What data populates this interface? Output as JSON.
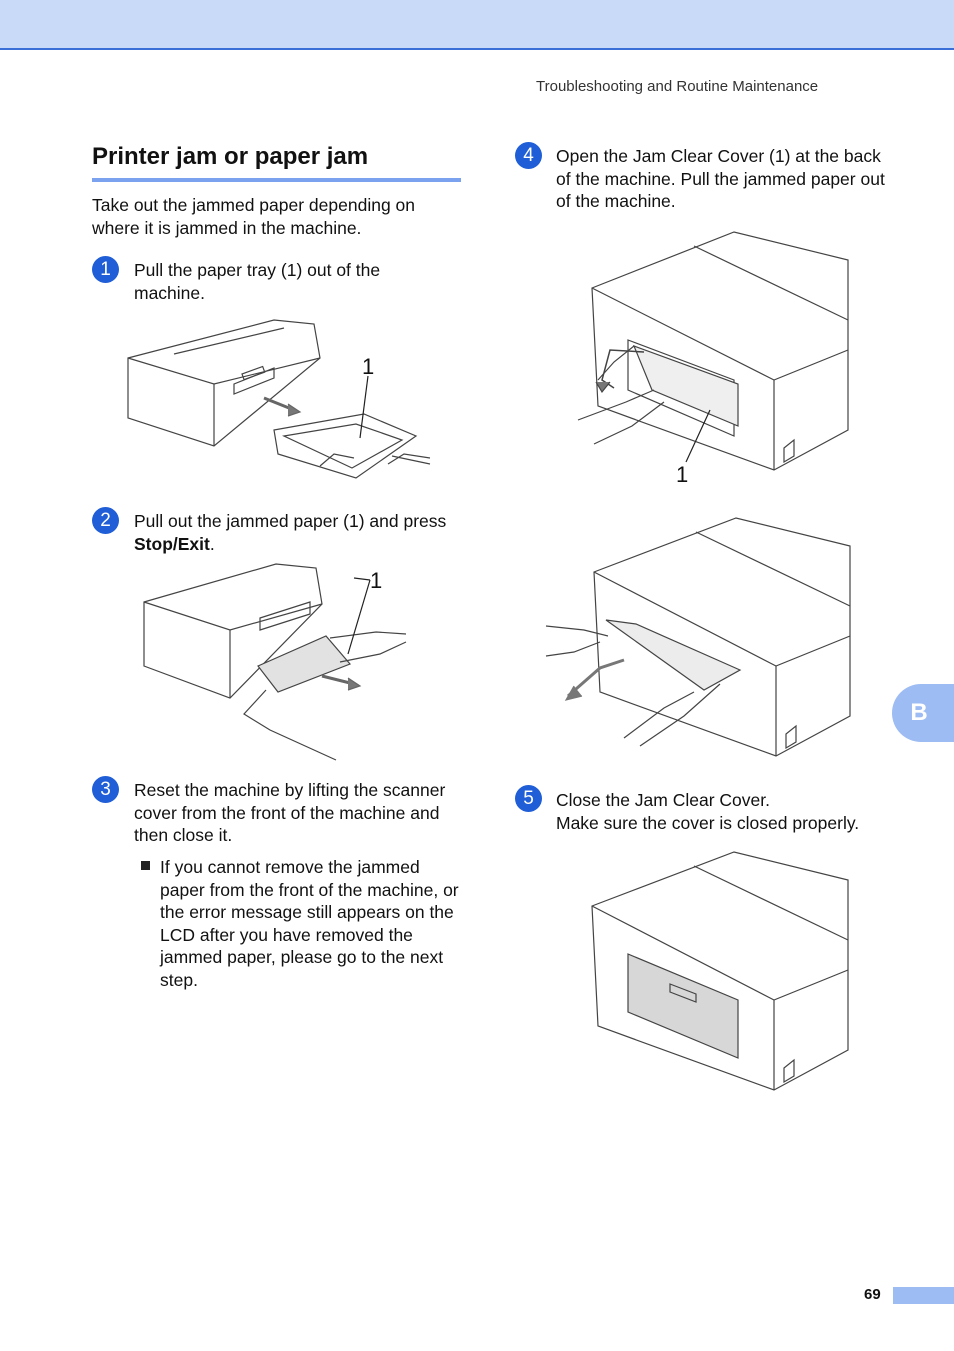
{
  "header": {
    "running_title": "Troubleshooting and Routine Maintenance"
  },
  "section": {
    "title": "Printer jam or paper jam",
    "intro": "Take out the jammed paper depending on where it is jammed in the machine."
  },
  "steps": [
    {
      "number": "1",
      "text": "Pull the paper tray (1) out of the machine."
    },
    {
      "number": "2",
      "text_before": "Pull out the jammed paper (1) and press ",
      "bold": "Stop/Exit",
      "text_after": "."
    },
    {
      "number": "3",
      "text": "Reset the machine by lifting the scanner cover from the front of the machine and then close it.",
      "bullet": "If you cannot remove the jammed paper from the front of the machine, or the error message still appears on the LCD after you have removed the jammed paper, please go to the next step."
    },
    {
      "number": "4",
      "text": "Open the Jam Clear Cover (1) at the back of the machine. Pull the jammed paper out of the machine."
    },
    {
      "number": "5",
      "line1": "Close the Jam Clear Cover.",
      "line2": "Make sure the cover is closed properly."
    }
  ],
  "figures": {
    "fig1_callout": "1",
    "fig2_callout": "1",
    "fig4a_callout": "1"
  },
  "side_tab": {
    "letter": "B"
  },
  "footer": {
    "page_number": "69"
  },
  "colors": {
    "accent_blue": "#1f5ed6",
    "band_blue": "#c9daf8",
    "tab_blue": "#9dbcf3",
    "rule_blue": "#7aa2ef"
  }
}
